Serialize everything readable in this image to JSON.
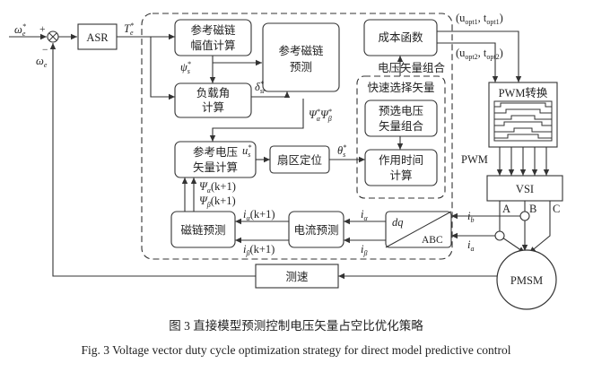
{
  "blocks": {
    "asr": "ASR",
    "flux_amp": [
      "参考磁链",
      "幅值计算"
    ],
    "flux_pred": [
      "参考磁链",
      "预测"
    ],
    "load_angle": [
      "负载角",
      "计算"
    ],
    "volt_calc": [
      "参考电压",
      "矢量计算"
    ],
    "sector": "扇区定位",
    "cost": "成本函数",
    "fast_select": "快速选择矢量",
    "preselect": [
      "预选电压",
      "矢量组合"
    ],
    "act_time": [
      "作用时间",
      "计算"
    ],
    "flux_obs": "磁链预测",
    "current_pred": "电流预测",
    "dqabc_top": "dq",
    "dqabc_bot": "ABC",
    "pwm_conv": "PWM转换",
    "vsi": "VSI",
    "speed_meas": "测速",
    "pmsm": "PMSM"
  },
  "signals": {
    "we_ref": "ω",
    "we_ref_sup": "*",
    "we_ref_sub": "e",
    "we_fb": "ω",
    "we_fb_sub": "e",
    "plus": "+",
    "minus": "−",
    "te_ref": "T",
    "te_ref_sup": "*",
    "te_ref_sub": "e",
    "psi_s_ref": "ψ",
    "psi_s_ref_sup": "*",
    "psi_s_ref_sub": "s",
    "delta_sr": "δ",
    "delta_sr_sup": "*",
    "delta_sr_sub": "sr",
    "psi_ab": "Ψ",
    "psi_ab_sup": "*",
    "psi_alpha_sub": "α",
    "psi_beta_sub": "β",
    "us_ref": "u",
    "us_ref_sup": "*",
    "us_ref_sub": "s",
    "theta_s": "θ",
    "theta_s_sup": "*",
    "theta_s_sub": "s",
    "psi_a_k1": "Ψ",
    "psi_a_k1_sub": "α",
    "psi_a_k1_tail": "(k+1)",
    "psi_b_k1": "Ψ",
    "psi_b_k1_sub": "β",
    "psi_b_k1_tail": "(k+1)",
    "ia_k1": "i",
    "ia_k1_sub": "α",
    "ia_k1_tail": "(k+1)",
    "ib_k1": "i",
    "ib_k1_sub": "β",
    "ib_k1_tail": "(k+1)",
    "i_alpha": "i",
    "i_alpha_sub": "α",
    "i_beta": "i",
    "i_beta_sub": "β",
    "i_b": "i",
    "i_b_sub": "b",
    "i_a": "i",
    "i_a_sub": "a",
    "volt_combo": "电压矢量组合",
    "uopt1": "(u",
    "uopt1_sub": "opt1",
    "uopt1_mid": ", t",
    "uopt1_sub2": "opt1",
    "uopt1_tail": ")",
    "uopt2": "(u",
    "uopt2_sub": "opt2",
    "uopt2_mid": ", t",
    "uopt2_sub2": "opt2",
    "uopt2_tail": ")",
    "pwm": "PWM",
    "phase_a": "A",
    "phase_b": "B",
    "phase_c": "C"
  },
  "caption": {
    "zh": "图 3  直接模型预测控制电压矢量占空比优化策略",
    "en": "Fig. 3  Voltage vector duty cycle optimization strategy for direct model predictive control"
  }
}
